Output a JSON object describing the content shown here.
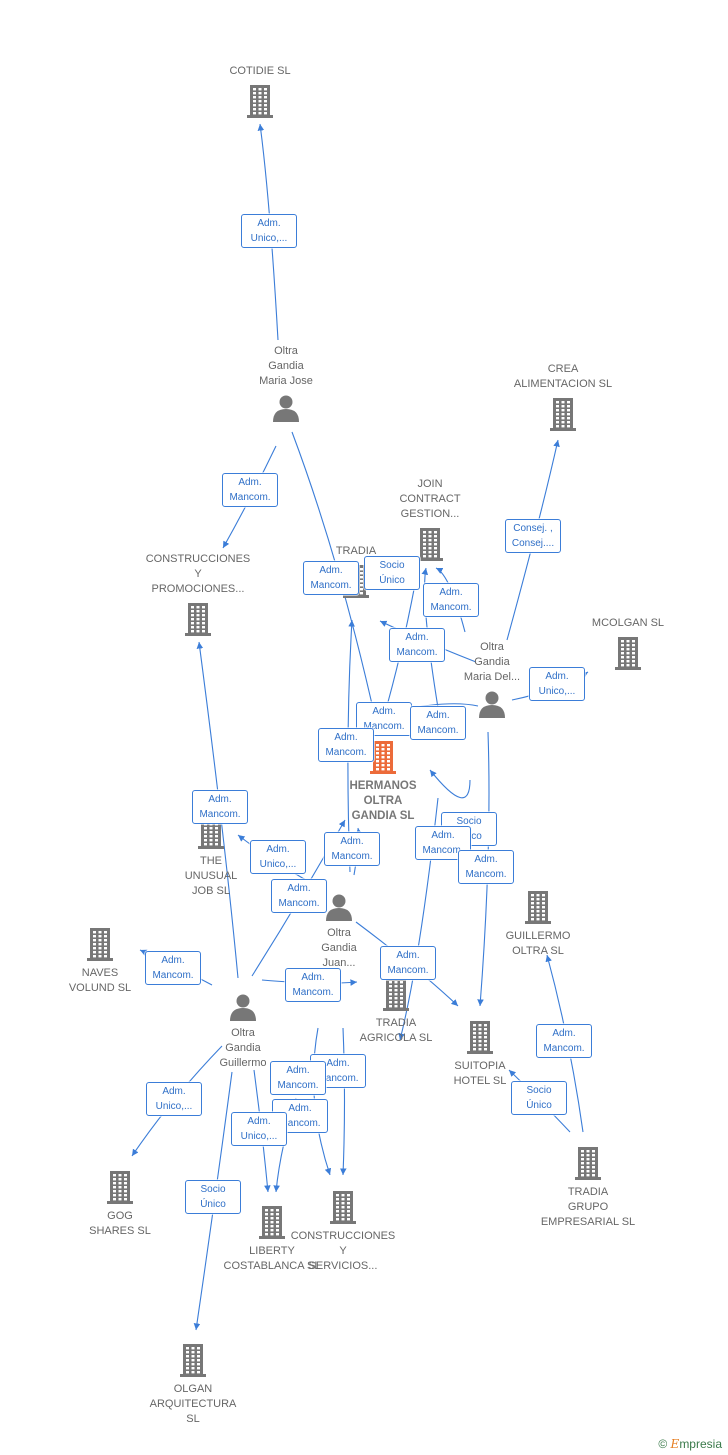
{
  "colors": {
    "edge": "#3b7dd8",
    "node": "#777777",
    "main_node": "#ec6b3a"
  },
  "nodes": [
    {
      "id": "cotidie",
      "type": "company",
      "label": "COTIDIE  SL",
      "icon": "building-icon"
    },
    {
      "id": "maria_jose",
      "type": "person",
      "label": "Oltra\nGandia\nMaria Jose",
      "icon": "person-icon"
    },
    {
      "id": "crea",
      "type": "company",
      "label": "CREA\nALIMENTACION SL",
      "icon": "building-icon"
    },
    {
      "id": "join",
      "type": "company",
      "label": "JOIN\nCONTRACT\nGESTION...",
      "icon": "building-icon"
    },
    {
      "id": "construcciones_p",
      "type": "company",
      "label": "CONSTRUCCIONES\nY\nPROMOCIONES...",
      "icon": "building-icon"
    },
    {
      "id": "tradia",
      "type": "company",
      "label": "TRADIA",
      "icon": "building-icon"
    },
    {
      "id": "mcolgan",
      "type": "company",
      "label": "MCOLGAN  SL",
      "icon": "building-icon"
    },
    {
      "id": "maria_del",
      "type": "person",
      "label": "Oltra\nGandia\nMaria Del...",
      "icon": "person-icon"
    },
    {
      "id": "hermanos",
      "type": "company",
      "main": true,
      "label": "HERMANOS\nOLTRA\nGANDIA  SL",
      "icon": "building-icon"
    },
    {
      "id": "unusual",
      "type": "company",
      "label": "THE\nUNUSUAL\nJOB  SL",
      "icon": "building-icon"
    },
    {
      "id": "juan",
      "type": "person",
      "label": "Oltra\nGandia\nJuan...",
      "icon": "person-icon"
    },
    {
      "id": "guillermo_sl",
      "type": "company",
      "label": "GUILLERMO\nOLTRA SL",
      "icon": "building-icon"
    },
    {
      "id": "naves",
      "type": "company",
      "label": "NAVES\nVOLUND SL",
      "icon": "building-icon"
    },
    {
      "id": "guillermo",
      "type": "person",
      "label": "Oltra\nGandia\nGuillermo",
      "icon": "person-icon"
    },
    {
      "id": "tradia_agricola",
      "type": "company",
      "label": "TRADIA\nAGRICOLA SL",
      "icon": "building-icon"
    },
    {
      "id": "suitopia",
      "type": "company",
      "label": "SUITOPIA\nHOTEL  SL",
      "icon": "building-icon"
    },
    {
      "id": "gog",
      "type": "company",
      "label": "GOG\nSHARES  SL",
      "icon": "building-icon"
    },
    {
      "id": "liberty",
      "type": "company",
      "label": "LIBERTY\nCOSTABLANCA SL",
      "icon": "building-icon"
    },
    {
      "id": "construcciones_s",
      "type": "company",
      "label": "CONSTRUCCIONES\nY\nSERVICIOS...",
      "icon": "building-icon"
    },
    {
      "id": "tradia_grupo",
      "type": "company",
      "label": "TRADIA\nGRUPO\nEMPRESARIAL SL",
      "icon": "building-icon"
    },
    {
      "id": "olgan",
      "type": "company",
      "label": "OLGAN\nARQUITECTURA\nSL",
      "icon": "building-icon"
    }
  ],
  "relations": [
    {
      "label": "Adm.\nUnico,..."
    },
    {
      "label": "Adm.\nMancom."
    },
    {
      "label": "Adm.\nMancom."
    },
    {
      "label": "Socio\nÚnico"
    },
    {
      "label": "Adm.\nMancom."
    },
    {
      "label": "Consej. ,\nConsej...."
    },
    {
      "label": "Adm.\nMancom."
    },
    {
      "label": "Adm.\nUnico,..."
    },
    {
      "label": "Adm.\nMancom."
    },
    {
      "label": "Adm.\nMancom."
    },
    {
      "label": "Adm.\nMancom."
    },
    {
      "label": "Adm.\nMancom."
    },
    {
      "label": "Socio\nÚnico"
    },
    {
      "label": "Adm.\nUnico,..."
    },
    {
      "label": "Adm.\nMancom."
    },
    {
      "label": "Adm.\nMancom."
    },
    {
      "label": "Adm.\nMancom."
    },
    {
      "label": "Adm.\nMancom."
    },
    {
      "label": "Adm.\nMancom."
    },
    {
      "label": "Adm.\nMancom."
    },
    {
      "label": "Adm.\nMancom."
    },
    {
      "label": "Adm.\nUnico,..."
    },
    {
      "label": "Adm.\nMancom."
    },
    {
      "label": "Adm.\nMancom."
    },
    {
      "label": "Adm.\nMancom."
    },
    {
      "label": "Adm.\nMancom."
    },
    {
      "label": "Adm.\nUnico,..."
    },
    {
      "label": "Socio\nÚnico"
    },
    {
      "label": "Socio\nÚnico"
    }
  ],
  "footer": {
    "copyright": "©",
    "brand_initial": "E",
    "brand_rest": "mpresia"
  }
}
